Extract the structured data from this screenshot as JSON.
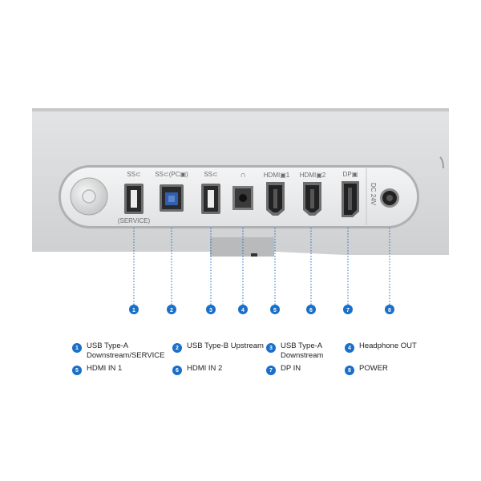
{
  "port_labels": {
    "usb_a_1": "SS⊂",
    "usb_b": "SS⊂(PC▣)",
    "usb_a_2": "SS⊂",
    "headphone": "∩",
    "hdmi_1": "HDMI▣1",
    "hdmi_2": "HDMI▣2",
    "dp": "DP▣",
    "dc": "DC 24V",
    "service": "(SERVICE)"
  },
  "markers": [
    "1",
    "2",
    "3",
    "4",
    "5",
    "6",
    "7",
    "8"
  ],
  "legend": [
    {
      "num": "1",
      "label": "USB Type-A\nDownstream/SERVICE"
    },
    {
      "num": "2",
      "label": "USB Type-B Upstream"
    },
    {
      "num": "3",
      "label": "USB Type-A\nDownstream"
    },
    {
      "num": "4",
      "label": "Headphone OUT"
    },
    {
      "num": "5",
      "label": "HDMI IN 1"
    },
    {
      "num": "6",
      "label": "HDMI IN 2"
    },
    {
      "num": "7",
      "label": "DP IN"
    },
    {
      "num": "8",
      "label": "POWER"
    }
  ],
  "colors": {
    "accent": "#1a6fc9",
    "panel": "#d9dadb",
    "port_bar": "#ebeced",
    "usb_b_blue": "#2f5fae"
  }
}
